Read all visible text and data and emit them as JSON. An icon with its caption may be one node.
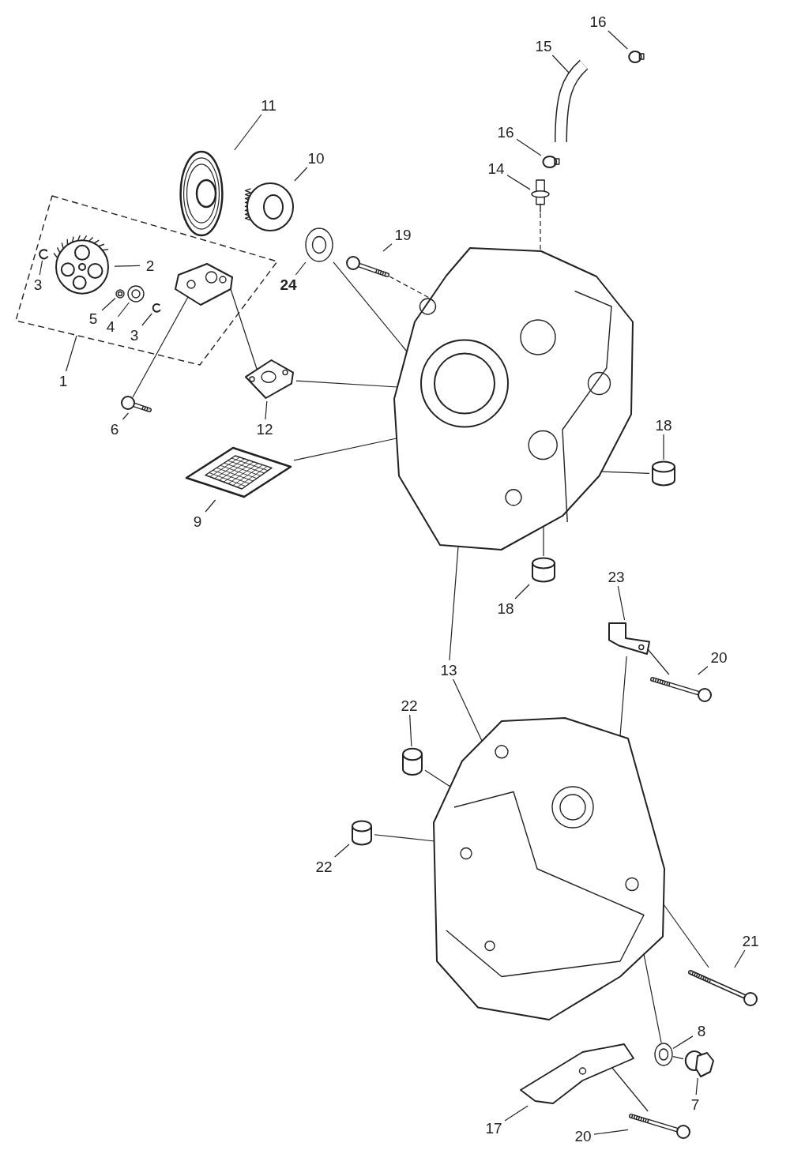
{
  "diagram": {
    "nodes": [
      {
        "text": [],
        "shape": "box"
      },
      {
        "text": [
          "1"
        ]
      },
      {
        "text": [
          "2"
        ],
        "in": 0
      },
      {
        "text": [],
        "shape": "picture",
        "in": 0
      },
      {
        "text": [
          "3"
        ],
        "in": 0
      },
      {
        "text": [],
        "shape": "picture",
        "in": 0
      },
      {
        "text": [
          "5"
        ],
        "in": 0
      },
      {
        "text": [],
        "shape": "picture",
        "in": 0
      },
      {
        "text": [
          "4"
        ],
        "in": 0
      },
      {
        "text": [],
        "shape": "picture",
        "in": 0
      },
      {
        "text": [
          "3"
        ],
        "in": 0
      },
      {
        "text": [],
        "shape": "picture",
        "in": 0
      },
      {
        "text": [],
        "shape": "picture",
        "in": 0
      },
      {
        "text": [
          "6"
        ]
      },
      {
        "text": [],
        "shape": "picture"
      },
      {
        "text": [
          "11"
        ]
      },
      {
        "text": [],
        "shape": "picture"
      },
      {
        "text": [
          "10"
        ]
      },
      {
        "text": [],
        "shape": "picture"
      },
      {
        "text": [
          "24"
        ]
      },
      {
        "text": [],
        "shape": "picture"
      },
      {
        "text": [
          "12"
        ]
      },
      {
        "text": [],
        "shape": "picture"
      },
      {
        "text": [
          "9"
        ]
      },
      {
        "text": [],
        "shape": "picture"
      },
      {
        "text": [
          "19"
        ]
      },
      {
        "text": [],
        "shape": "picture"
      },
      {
        "text": [
          "16"
        ]
      },
      {
        "text": [],
        "shape": "circle"
      },
      {
        "text": [
          "15"
        ]
      },
      {
        "text": [],
        "shape": "picture"
      },
      {
        "text": [
          "16"
        ]
      },
      {
        "text": [],
        "shape": "circle"
      },
      {
        "text": [
          "14"
        ]
      },
      {
        "text": [],
        "shape": "picture"
      },
      {
        "text": [],
        "shape": "picture"
      },
      {
        "text": [
          "18"
        ]
      },
      {
        "text": [],
        "shape": "cylinder"
      },
      {
        "text": [
          "18"
        ]
      },
      {
        "text": [],
        "shape": "cylinder"
      },
      {
        "text": [
          "13"
        ]
      },
      {
        "text": [],
        "shape": "picture"
      },
      {
        "text": [
          "23"
        ]
      },
      {
        "text": [],
        "shape": "picture"
      },
      {
        "text": [
          "20"
        ]
      },
      {
        "text": [],
        "shape": "picture"
      },
      {
        "text": [
          "22"
        ]
      },
      {
        "text": [],
        "shape": "cylinder"
      },
      {
        "text": [
          "22"
        ]
      },
      {
        "text": [],
        "shape": "cylinder"
      },
      {
        "text": [
          "21"
        ]
      },
      {
        "text": [],
        "shape": "picture"
      },
      {
        "text": [
          "8"
        ]
      },
      {
        "text": [],
        "shape": "picture"
      },
      {
        "text": [
          "7"
        ]
      },
      {
        "text": [],
        "shape": "picture"
      },
      {
        "text": [
          "17"
        ]
      },
      {
        "text": [],
        "shape": "picture"
      },
      {
        "text": [
          "20"
        ]
      },
      {
        "text": [],
        "shape": "picture"
      }
    ],
    "edges": [
      {
        "from": 1,
        "to": 0,
        "arrow": "none"
      },
      {
        "from": 2,
        "to": 3,
        "arrow": "none"
      },
      {
        "from": 4,
        "to": 5,
        "arrow": "none"
      },
      {
        "from": 6,
        "to": 7,
        "arrow": "none"
      },
      {
        "from": 8,
        "to": 9,
        "arrow": "none"
      },
      {
        "from": 10,
        "to": 11,
        "arrow": "none"
      },
      {
        "from": 13,
        "to": 14,
        "arrow": "none"
      },
      {
        "from": 15,
        "to": 16,
        "arrow": "none"
      },
      {
        "from": 17,
        "to": 18,
        "arrow": "none"
      },
      {
        "from": 19,
        "to": 20,
        "arrow": "none"
      },
      {
        "from": 21,
        "to": 22,
        "arrow": "none"
      },
      {
        "from": 23,
        "to": 24,
        "arrow": "none"
      },
      {
        "from": 25,
        "to": 26,
        "arrow": "none"
      },
      {
        "from": 27,
        "to": 28,
        "arrow": "none"
      },
      {
        "from": 29,
        "to": 30,
        "arrow": "none"
      },
      {
        "from": 31,
        "to": 32,
        "arrow": "none"
      },
      {
        "from": 33,
        "to": 34,
        "arrow": "none"
      },
      {
        "from": 36,
        "to": 37,
        "arrow": "none"
      },
      {
        "from": 38,
        "to": 39,
        "arrow": "none"
      },
      {
        "from": 40,
        "to": 35,
        "arrow": "none"
      },
      {
        "from": 40,
        "to": 41,
        "arrow": "none"
      },
      {
        "from": 42,
        "to": 43,
        "arrow": "none"
      },
      {
        "from": 44,
        "to": 45,
        "arrow": "none"
      },
      {
        "from": 46,
        "to": 47,
        "arrow": "none"
      },
      {
        "from": 48,
        "to": 49,
        "arrow": "none"
      },
      {
        "from": 50,
        "to": 51,
        "arrow": "none"
      },
      {
        "from": 52,
        "to": 53,
        "arrow": "none"
      },
      {
        "from": 54,
        "to": 55,
        "arrow": "none"
      },
      {
        "from": 56,
        "to": 57,
        "arrow": "none"
      },
      {
        "from": 58,
        "to": 59,
        "arrow": "none"
      },
      {
        "from": 12,
        "to": 14,
        "arrow": "none"
      },
      {
        "from": 12,
        "to": 22,
        "arrow": "none"
      },
      {
        "from": 22,
        "to": 35,
        "arrow": "none"
      },
      {
        "from": 24,
        "to": 35,
        "arrow": "none"
      },
      {
        "from": 20,
        "to": 35,
        "arrow": "none"
      },
      {
        "from": 26,
        "to": 35,
        "arrow": "none",
        "style": "dashed"
      },
      {
        "from": 34,
        "to": 35,
        "arrow": "none",
        "style": "dashed"
      },
      {
        "from": 37,
        "to": 35,
        "arrow": "none"
      },
      {
        "from": 39,
        "to": 35,
        "arrow": "none"
      },
      {
        "from": 43,
        "to": 41,
        "arrow": "none"
      },
      {
        "from": 45,
        "to": 43,
        "arrow": "none"
      },
      {
        "from": 47,
        "to": 41,
        "arrow": "none"
      },
      {
        "from": 49,
        "to": 41,
        "arrow": "none"
      },
      {
        "from": 51,
        "to": 41,
        "arrow": "none"
      },
      {
        "from": 55,
        "to": 53,
        "arrow": "none"
      },
      {
        "from": 53,
        "to": 41,
        "arrow": "none"
      },
      {
        "from": 59,
        "to": 57,
        "arrow": "none"
      }
    ]
  }
}
